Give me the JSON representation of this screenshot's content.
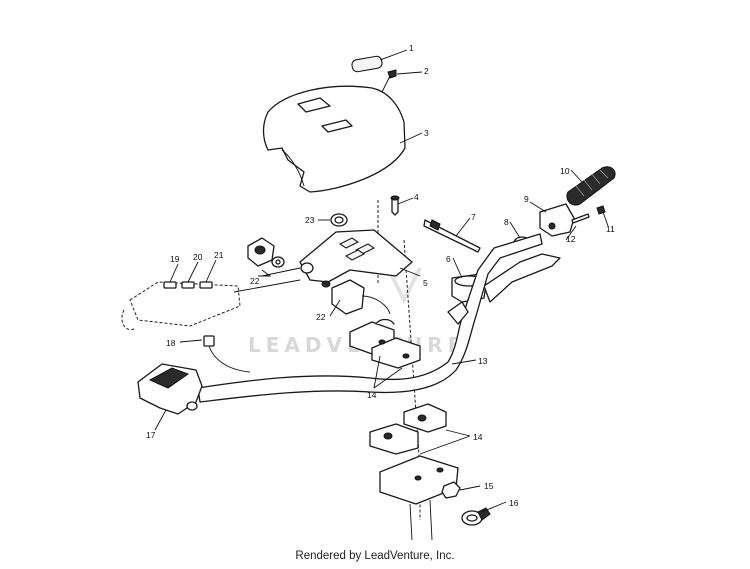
{
  "watermark": "LEADVENTURE",
  "footer": "Rendered by LeadVenture, Inc.",
  "callouts": {
    "c1": "1",
    "c2": "2",
    "c3": "3",
    "c4": "4",
    "c5": "5",
    "c6": "6",
    "c7": "7",
    "c8": "8",
    "c9": "9",
    "c10": "10",
    "c11": "11",
    "c12": "12",
    "c13": "13",
    "c14a": "14",
    "c14b": "14",
    "c15": "15",
    "c16": "16",
    "c17": "17",
    "c18": "18",
    "c19": "19",
    "c20": "20",
    "c21": "21",
    "c22a": "22",
    "c22b": "22",
    "c23": "23"
  }
}
